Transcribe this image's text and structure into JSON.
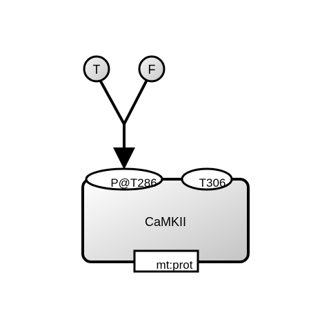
{
  "diagram": {
    "inputs": [
      {
        "id": "t",
        "label": "T"
      },
      {
        "id": "f",
        "label": "F"
      }
    ],
    "node": {
      "label": "CaMKII",
      "state_variables": [
        {
          "id": "p-t286",
          "label": "P@T286"
        },
        {
          "id": "t306",
          "label": "T306"
        }
      ],
      "unit_of_information": "mt:prot"
    },
    "colors": {
      "stroke": "#000000",
      "gradient_start": "#ffffff",
      "gradient_end": "#c8c8c8"
    }
  }
}
